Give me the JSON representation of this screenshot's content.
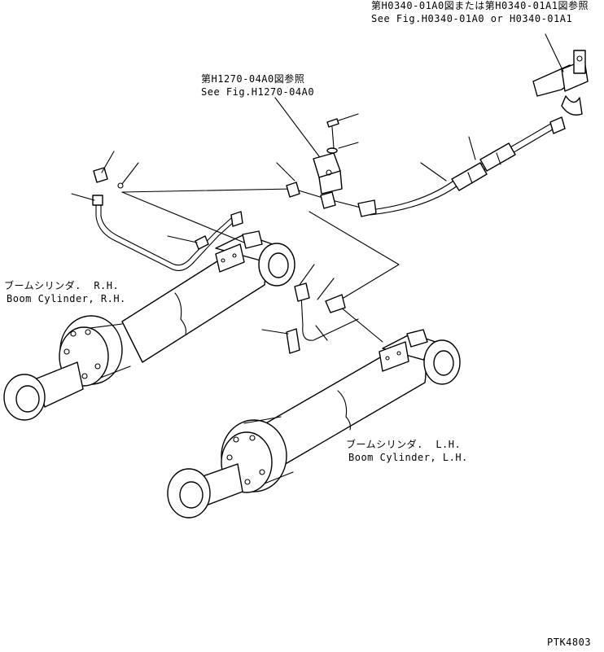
{
  "refs": {
    "top_right": {
      "jp": "第H0340-01A0図または第H0340-01A1図参照",
      "en": "See Fig.H0340-01A0 or H0340-01A1"
    },
    "center": {
      "jp": "第H1270-04A0図参照",
      "en": "See Fig.H1270-04A0"
    }
  },
  "parts": {
    "boom_rh": {
      "jp": "ブームシリンダ.  R.H.",
      "en": "Boom Cylinder, R.H."
    },
    "boom_lh": {
      "jp": "ブームシリンダ.  L.H.",
      "en": "Boom Cylinder, L.H."
    }
  },
  "drawing_code": "PTK4803"
}
